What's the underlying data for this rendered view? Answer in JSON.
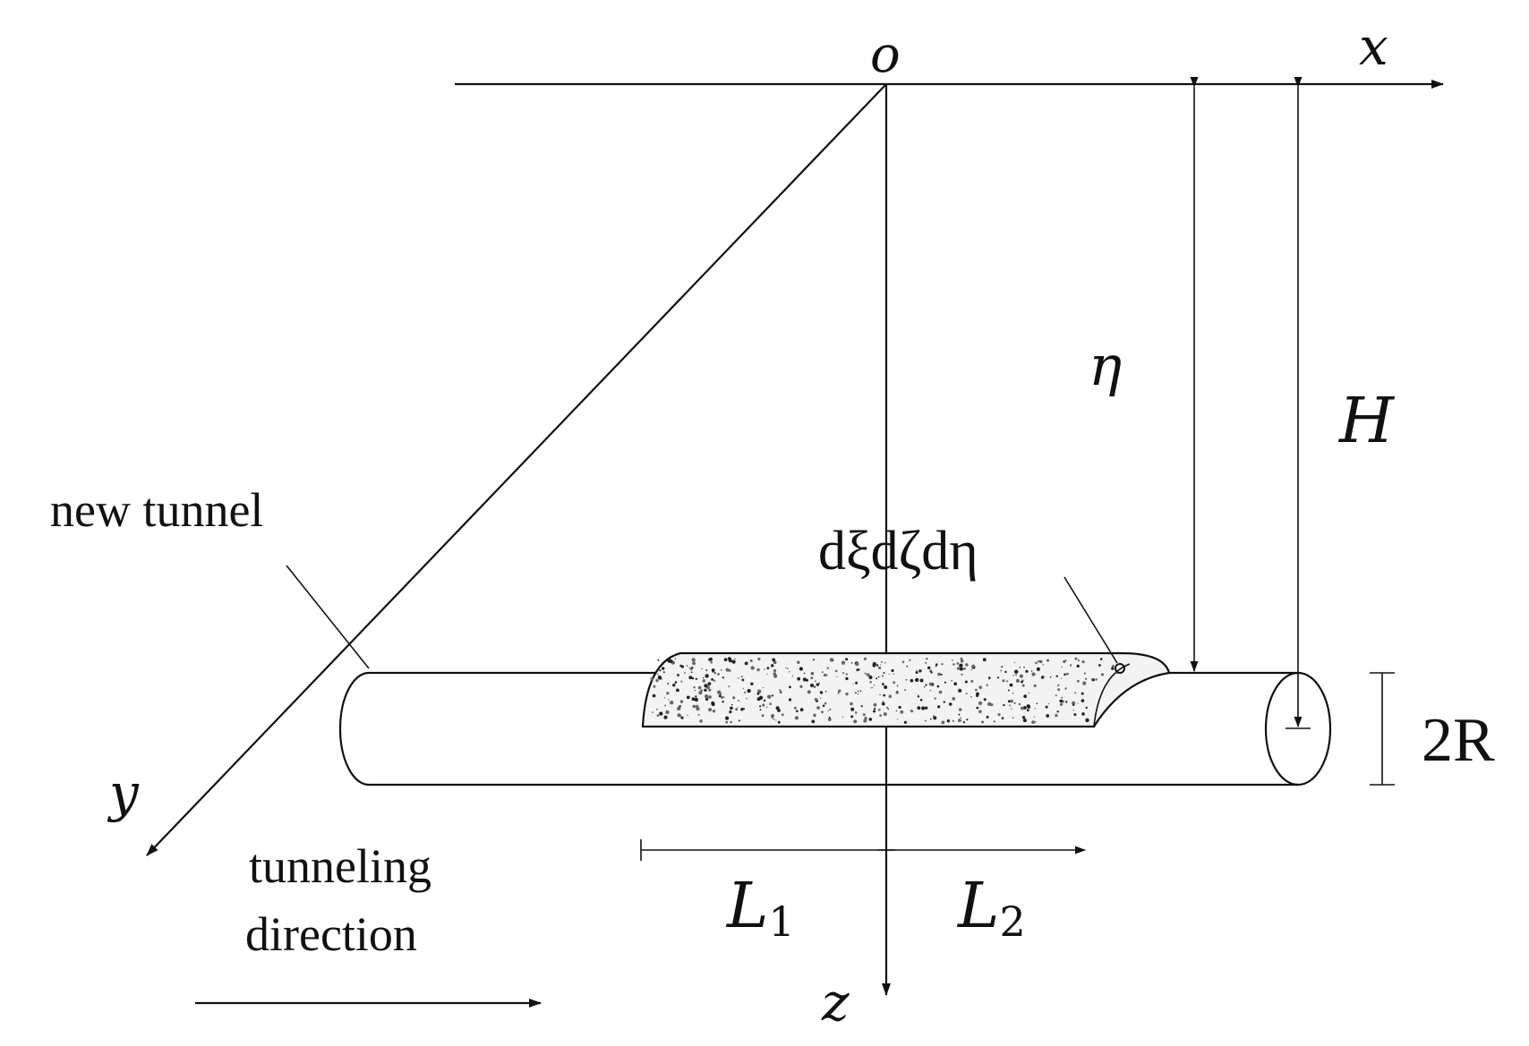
{
  "labels": {
    "origin": "o",
    "x_axis": "x",
    "y_axis": "y",
    "z_axis": "z",
    "eta": "η",
    "depth": "H",
    "diameter": "2R",
    "element": "dξdζdη",
    "L1_main": "L",
    "L1_sub": "1",
    "L2_main": "L",
    "L2_sub": "2",
    "new_tunnel": "new tunnel",
    "tunneling_line1": "tunneling",
    "tunneling_line2": "direction"
  },
  "colors": {
    "ink": "#111111",
    "grout_fill": "#f2f2f2"
  }
}
